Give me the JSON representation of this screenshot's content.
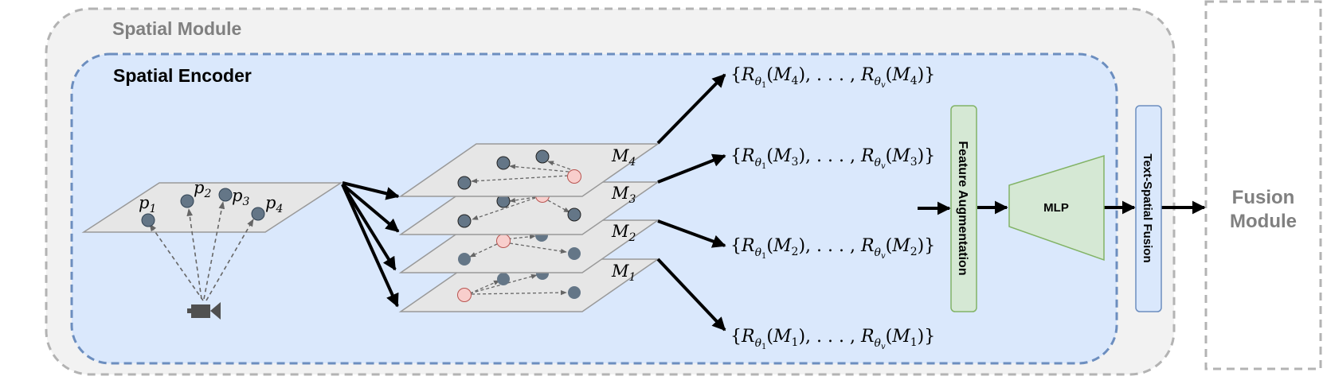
{
  "spatial_module": {
    "label": "Spatial Module"
  },
  "spatial_encoder": {
    "label": "Spatial Encoder"
  },
  "fusion_module": {
    "line1": "Fusion",
    "line2": "Module"
  },
  "points": [
    {
      "base": "p",
      "sub": "1"
    },
    {
      "base": "p",
      "sub": "2"
    },
    {
      "base": "p",
      "sub": "3"
    },
    {
      "base": "p",
      "sub": "4"
    }
  ],
  "layers": [
    {
      "base": "M",
      "sub": "4"
    },
    {
      "base": "M",
      "sub": "3"
    },
    {
      "base": "M",
      "sub": "2"
    },
    {
      "base": "M",
      "sub": "1"
    }
  ],
  "rotation_sets": [
    {
      "open": "{",
      "r": "R",
      "th": "θ",
      "s1": "1",
      "sv": "v",
      "m": "M",
      "idx": "4",
      "mid": "), . . . , ",
      "close": ")}",
      "lp": "("
    },
    {
      "open": "{",
      "r": "R",
      "th": "θ",
      "s1": "1",
      "sv": "v",
      "m": "M",
      "idx": "3",
      "mid": "), . . . , ",
      "close": ")}",
      "lp": "("
    },
    {
      "open": "{",
      "r": "R",
      "th": "θ",
      "s1": "1",
      "sv": "v",
      "m": "M",
      "idx": "2",
      "mid": "), . . . , ",
      "close": ")}",
      "lp": "("
    },
    {
      "open": "{",
      "r": "R",
      "th": "θ",
      "s1": "1",
      "sv": "v",
      "m": "M",
      "idx": "1",
      "mid": "), . . . , ",
      "close": ")}",
      "lp": "("
    }
  ],
  "blocks": {
    "feature_augmentation": "Feature Augmentation",
    "mlp": "MLP",
    "text_spatial_fusion": "Text-Spatial Fusion"
  },
  "colors": {
    "module_bg": "#f2f2f2",
    "module_border": "#b3b3b3",
    "encoder_bg": "#dae8fc",
    "encoder_border": "#6c8ebf",
    "plane_fill": "#e6e6e6",
    "plane_stroke": "#999999",
    "node_dark": "#647687",
    "node_pink": "#f8cecc",
    "green_fill": "#d5e8d4",
    "green_stroke": "#82b366",
    "label_gray": "#808080"
  },
  "icons": {
    "camera": "camera-icon"
  }
}
